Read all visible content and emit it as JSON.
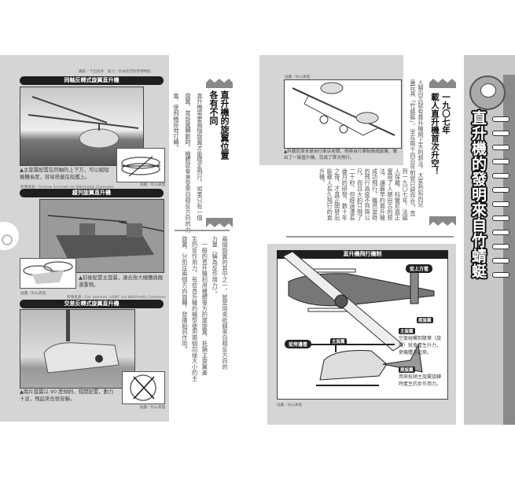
{
  "left_page": {
    "top_credit": "攝影／下出良孝　協力／日本航空科學博物館",
    "panels": [
      {
        "banner": "同軸反轉式旋翼直升機",
        "caption": "▲主旋翼配置在同軸的上下方，可以縮短機體長度，容易搭載在船艦上。",
        "photo_credit": "影像來源／Andrew Schmidt via Wikimedia Commons",
        "illustration_credit": "插畫／杉山真理"
      },
      {
        "banner": "縱列旋翼直升機",
        "caption": "▲前後配置主旋翼，適合放大機體與搬運重物。",
        "photo_credit": "影像來源／Col. Johnson, USMC via Wikimedia Commons",
        "illustration_credit": "插畫／杉山真理"
      },
      {
        "banner": "交差反轉式旋翼直升機",
        "caption": "▲兩片旋翼以 90 度傾斜，錯開配置，動力十足，飛起來也很安靜。",
        "illustration_credit": "插畫／杉山真理"
      }
    ],
    "heading": [
      "直升機的旋翼位置",
      "各有不同"
    ],
    "body1": [
      "直升機需要兩個旋翼才能穩定飛行，如果只有一個",
      "旋翼，當旋翼轉動時，機體就會承受來自相反方向的力",
      "量，使飛機原地打轉。"
    ],
    "body2": [
      "兩個旋翼的其中之一，就是用來抵銷來自相反方向的",
      "力量（稱為反作用力）。",
      "　一般的直升機利用機體後方的尾旋翼，抵銷主旋翼產",
      "生的反作用力，有些直升機的機型使用兩個同樣大小的主",
      "旋翼，分別往兩個方向旋轉，發揮相同作用。"
    ]
  },
  "right_page": {
    "illustration_credit": "插畫／杉山真理",
    "illustration_caption": "▲科爾尼原本是自行車店老闆，他將自行車胎做成旋翼，做出了一架直升機，完成了首次飛行。",
    "heading": [
      "一九〇七年",
      "載人直升機首次升空！"
    ],
    "body_long": [
      "人類自古就有直升機飛上天的想法，大家熟知的兒",
      "童玩具「竹蜻蜓」，早在兩千四百年前就已經存在。直"
    ],
    "body_short": [
      "到一九〇七年，法國",
      "人保羅．科爾尼真正",
      "實現了人類自古的想",
      "法，讓最早的直升機",
      "成功飛行。雖然當時",
      "的飛行高度不到兩公",
      "尺，而且大約只飛了",
      "二十秒，但經過漫長",
      "歲月的研發，數十年",
      "之後，才真正開發出",
      "能載人長久飛行的直",
      "升機。"
    ],
    "diagram": {
      "title": "直升機飛行機制",
      "top_view": "從上方看",
      "side_view": "從旁邊看",
      "tail_rotor_label_top": "尾旋翼",
      "main_rotor_label": "主旋翼",
      "main_rotor_desc": "空氣碰觸到槳葉（旋翼）就會產生升力，使機體浮起來。",
      "main_rotor_label_side": "主旋翼",
      "tail_rotor_label": "尾旋翼",
      "tail_rotor_desc": "用來抵銷主旋翼旋轉時產生的反作用力。",
      "credit": "插畫／杉山真理"
    }
  },
  "side_tab": {
    "title": "直升機的發明來自竹蜻蜓",
    "icon": "doraemon-character-icon"
  },
  "colors": {
    "panel_gray": "#d5d5d5",
    "banner_black": "#1e1e1e",
    "tab_dark": "#8a8a8a"
  }
}
